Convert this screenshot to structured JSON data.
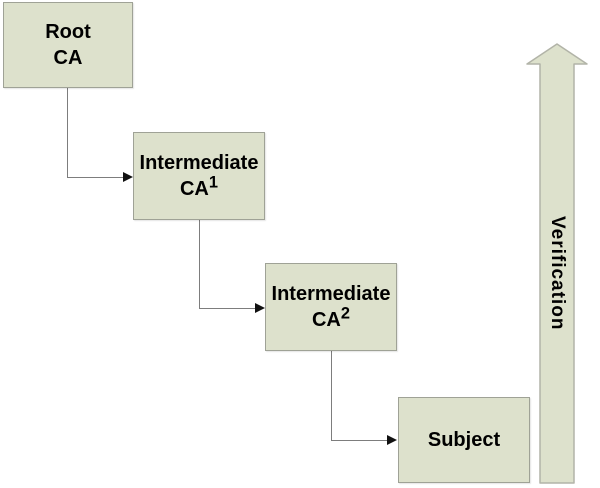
{
  "colors": {
    "background": "#ffffff",
    "node_fill": "#dde1cc",
    "node_border": "#9fa296",
    "connector_line": "#7d7d7d",
    "connector_arrowhead": "#111111",
    "big_arrow_fill": "#dde1cc",
    "big_arrow_border": "#b2b4a8",
    "text": "#000000"
  },
  "nodes": [
    {
      "id": "root-ca",
      "line1": "Root",
      "line2": "CA",
      "sup": ""
    },
    {
      "id": "intermediate-ca-1",
      "line1": "Intermediate",
      "line2": "CA",
      "sup": "1"
    },
    {
      "id": "intermediate-ca-2",
      "line1": "Intermediate",
      "line2": "CA",
      "sup": "2"
    },
    {
      "id": "subject",
      "line1": "Subject",
      "line2": "",
      "sup": ""
    }
  ],
  "verification_arrow": {
    "label": "Verification",
    "direction": "up"
  }
}
